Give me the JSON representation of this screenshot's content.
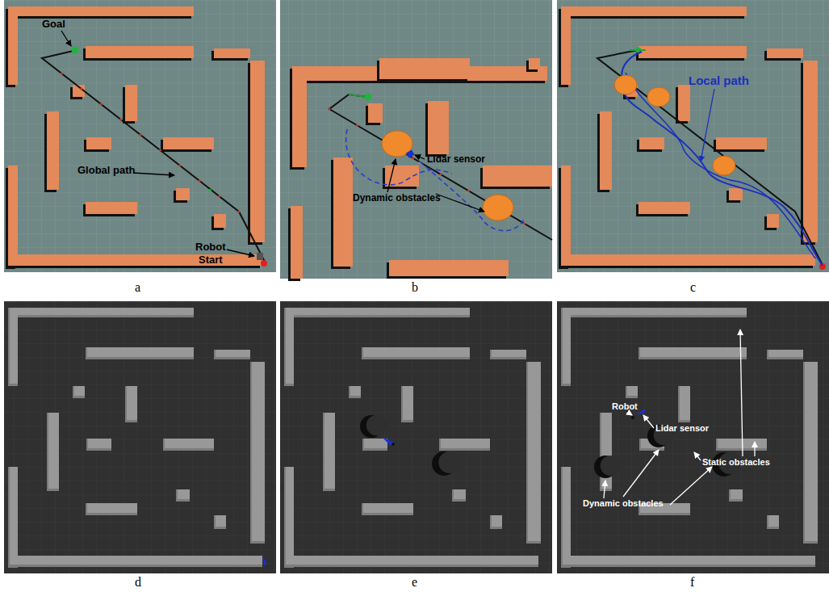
{
  "diagram": {
    "labels": [
      "Goal",
      "Global path",
      "Robot",
      "Start",
      "Lidar sensor",
      "Dynamic obstacles",
      "Local path",
      "a",
      "b",
      "c",
      "Robot",
      "Lidar sensor",
      "Static obstacles",
      "Dynamic obstacles",
      "d",
      "e",
      "f"
    ]
  }
}
